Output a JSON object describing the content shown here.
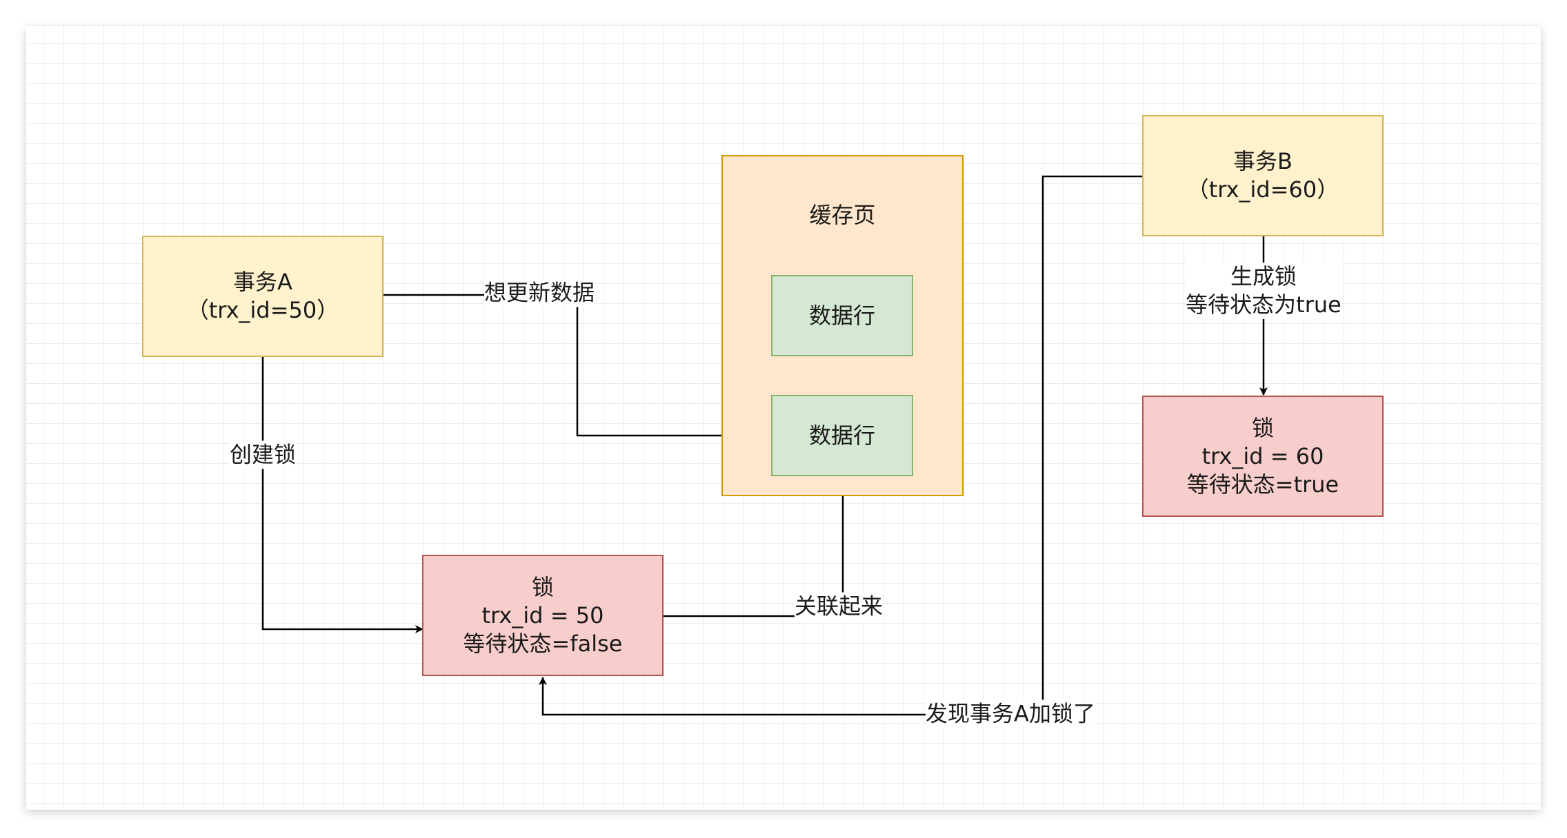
{
  "colors": {
    "transaction_fill": "#fff2cc",
    "transaction_stroke": "#d6b656",
    "cache_fill": "#ffe6cc",
    "cache_stroke": "#d79b00",
    "row_fill": "#d5e8d4",
    "row_stroke": "#82b366",
    "lock_fill": "#f8cecc",
    "lock_stroke": "#b85450",
    "edge": "#000000"
  },
  "nodes": {
    "txn_a": {
      "line1": "事务A",
      "line2": "（trx_id=50）"
    },
    "txn_b": {
      "line1": "事务B",
      "line2": "（trx_id=60）"
    },
    "cache_page": {
      "title": "缓存页"
    },
    "row_1": {
      "label": "数据行"
    },
    "row_2": {
      "label": "数据行"
    },
    "lock_a": {
      "line1": "锁",
      "line2": "trx_id = 50",
      "line3": "等待状态=false"
    },
    "lock_b": {
      "line1": "锁",
      "line2": "trx_id = 60",
      "line3": "等待状态=true"
    }
  },
  "edges": {
    "update_data": "想更新数据",
    "create_lock": "创建锁",
    "associate": "关联起来",
    "generate_lock_line1": "生成锁",
    "generate_lock_line2": "等待状态为true",
    "found_locked": "发现事务A加锁了"
  }
}
